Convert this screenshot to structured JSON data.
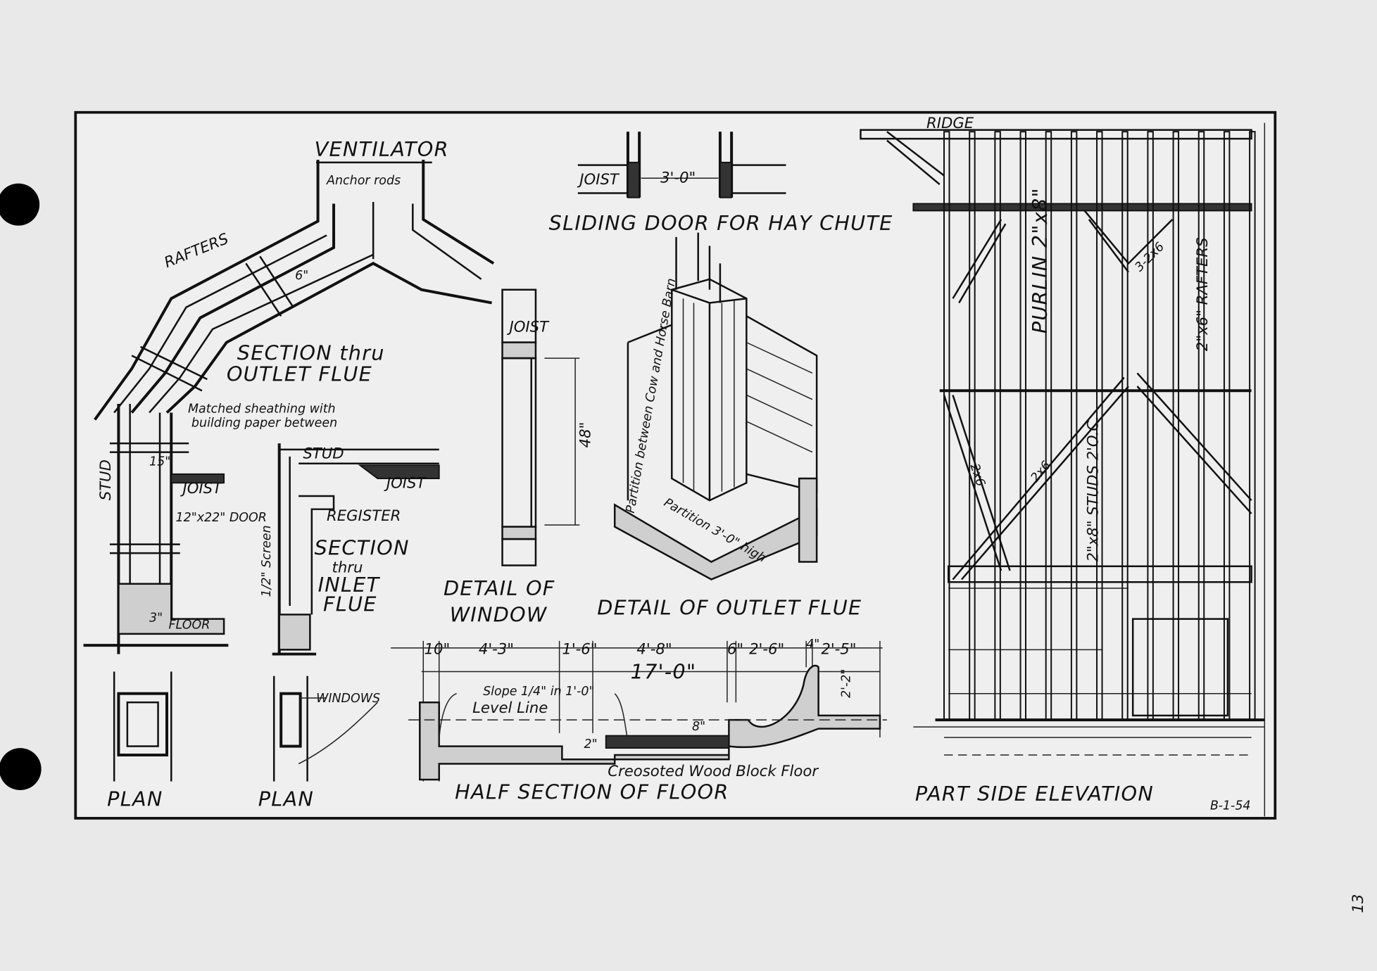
{
  "sheet_number": "B-1-54",
  "margin_mark": "13",
  "outlet_flue_section": {
    "ventilator": "VENTILATOR",
    "anchor_rods": "Anchor rods",
    "rafters": "RAFTERS",
    "six_inch": "6\"",
    "title_line1": "SECTION thru",
    "title_line2": "OUTLET FLUE",
    "sheathing_line1": "Matched sheathing with",
    "sheathing_line2": "building paper between",
    "stud": "STUD",
    "fifteen": "15\"",
    "joist": "JOIST",
    "door": "12\"x22\" DOOR",
    "three_inch": "3\"",
    "floor": "FLOOR",
    "plan": "PLAN"
  },
  "inlet_flue_section": {
    "stud": "STUD",
    "joist": "JOIST",
    "register": "REGISTER",
    "screen": "1/2\" Screen",
    "title_line1": "SECTION",
    "title_line2": "thru",
    "title_line3": "INLET",
    "title_line4": "FLUE",
    "windows": "WINDOWS",
    "plan": "PLAN"
  },
  "sliding_door": {
    "joist": "JOIST",
    "width": "3'-0\"",
    "title": "SLIDING DOOR FOR HAY CHUTE"
  },
  "window_detail": {
    "joist": "JOIST",
    "height": "48\"",
    "title_line1": "DETAIL OF",
    "title_line2": "WINDOW"
  },
  "outlet_flue_detail": {
    "partition_cow_horse": "Partition between Cow and Horse Barn",
    "partition_height": "Partition 3'-0\" high",
    "title": "DETAIL OF OUTLET FLUE"
  },
  "floor_section": {
    "dimensions": [
      "10\"",
      "4'-3\"",
      "1'-6\"",
      "4'-8\"",
      "6\"",
      "2'-6\"",
      "4\"",
      "2'-5\""
    ],
    "total": "17'-0\"",
    "slope": "Slope 1/4\" in 1'-0\"",
    "level_line": "Level Line",
    "eight_inch": "8\"",
    "two_inch": "2\"",
    "curb": "2'-2\"",
    "creosoted": "Creosoted Wood Block Floor",
    "title": "HALF SECTION OF FLOOR"
  },
  "side_elevation": {
    "ridge": "RIDGE",
    "purlin": "PURLIN 2\"x8\"",
    "brace": "3-2x6",
    "rafters": "2\"x6\" RAFTERS",
    "studs": "2\"x8\" STUDS 2'O.C.",
    "diag1": "2x6",
    "diag2": "2x6",
    "title": "PART SIDE ELEVATION"
  }
}
